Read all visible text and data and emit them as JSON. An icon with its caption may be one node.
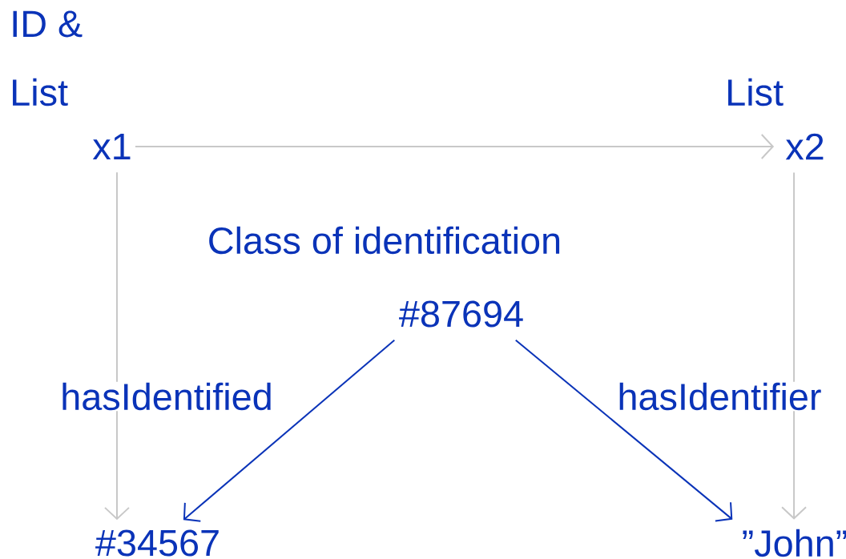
{
  "diagram": {
    "nodes": [
      {
        "text": [
          "x1"
        ]
      },
      {
        "text": [
          "x2"
        ]
      },
      {
        "text": [
          "#87694"
        ],
        "beside": [
          "Class of identification"
        ]
      },
      {
        "text": [
          "#34567"
        ]
      },
      {
        "text": [
          "”John”"
        ]
      }
    ],
    "edges": [
      {
        "from": 0,
        "to": 1,
        "arrow": "to"
      },
      {
        "from": 0,
        "to": 3,
        "arrow": "to"
      },
      {
        "from": 1,
        "to": 4,
        "arrow": "to"
      },
      {
        "from": 2,
        "to": 3,
        "arrow": "to",
        "label": "hasIdentified",
        "color": "#0a33b8"
      },
      {
        "from": 2,
        "to": 4,
        "arrow": "to",
        "label": "hasIdentifier",
        "color": "#0a33b8"
      }
    ],
    "labels": [
      "ID &",
      "List",
      "List"
    ]
  }
}
